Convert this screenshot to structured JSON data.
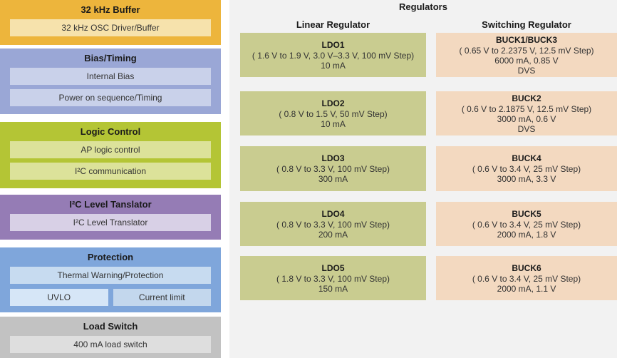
{
  "left_panel": {
    "blocks": [
      {
        "title": "32 kHz Buffer",
        "color": "#EDB53C",
        "inner_color": "#F6E2AC",
        "rows": [
          [
            {
              "label": "32 kHz OSC Driver/Buffer"
            }
          ]
        ]
      },
      {
        "title": "Bias/Timing",
        "color": "#9AA7D6",
        "inner_color": "#C9D1EA",
        "rows": [
          [
            {
              "label": "Internal Bias"
            }
          ],
          [
            {
              "label": "Power on sequence/Timing"
            }
          ]
        ]
      },
      {
        "title": "Logic Control",
        "color": "#B4C535",
        "inner_color": "#DCE29A",
        "rows": [
          [
            {
              "label": "AP logic control"
            }
          ],
          [
            {
              "label": "I²C communication"
            }
          ]
        ]
      },
      {
        "title": "I²C Level Tanslator",
        "color": "#957CB5",
        "inner_color": "#D8D0E6",
        "rows": [
          [
            {
              "label": "I²C Level Translator"
            }
          ]
        ]
      },
      {
        "title": "Protection",
        "color": "#7FA6DB",
        "inner_color": "#C7DBF0",
        "rows": [
          [
            {
              "label": "Thermal Warning/Protection"
            }
          ],
          [
            {
              "label": "UVLO",
              "bg": "#D6E6F7"
            },
            {
              "label": "Current limit",
              "bg": "#C3D7ED"
            }
          ]
        ]
      },
      {
        "title": "Load Switch",
        "color": "#C2C2C2",
        "inner_color": "#DEDEDE",
        "rows": [
          [
            {
              "label": "400 mA load switch"
            }
          ]
        ]
      }
    ]
  },
  "right_panel": {
    "title": "Regulators",
    "bg": "#F2F2F2",
    "columns": [
      {
        "header": "Linear Regulator",
        "block_color": "#C9CC90",
        "blocks": [
          {
            "name": "LDO1",
            "lines": [
              "( 1.6 V to 1.9 V, 3.0 V–3.3 V, 100 mV Step)",
              "10 mA"
            ]
          },
          {
            "name": "LDO2",
            "lines": [
              "( 0.8 V to 1.5 V, 50 mV Step)",
              "10 mA"
            ]
          },
          {
            "name": "LDO3",
            "lines": [
              "( 0.8 V to 3.3 V, 100 mV Step)",
              "300 mA"
            ]
          },
          {
            "name": "LDO4",
            "lines": [
              "( 0.8 V to 3.3 V, 100 mV Step)",
              "200 mA"
            ]
          },
          {
            "name": "LDO5",
            "lines": [
              "( 1.8 V to 3.3 V, 100 mV Step)",
              "150 mA"
            ]
          }
        ]
      },
      {
        "header": "Switching Regulator",
        "block_color": "#F3D9C0",
        "blocks": [
          {
            "name": "BUCK1/BUCK3",
            "lines": [
              "( 0.65 V to 2.2375 V, 12.5 mV Step)",
              "6000 mA, 0.85 V",
              "DVS"
            ]
          },
          {
            "name": "BUCK2",
            "lines": [
              "( 0.6 V to 2.1875 V, 12.5 mV Step)",
              "3000 mA, 0.6 V",
              "DVS"
            ]
          },
          {
            "name": "BUCK4",
            "lines": [
              "( 0.6 V to 3.4 V, 25 mV Step)",
              "3000 mA, 3.3 V"
            ]
          },
          {
            "name": "BUCK5",
            "lines": [
              "( 0.6 V to 3.4 V, 25 mV Step)",
              "2000 mA, 1.8 V"
            ]
          },
          {
            "name": "BUCK6",
            "lines": [
              "( 0.6 V to 3.4 V, 25 mV Step)",
              "2000 mA, 1.1 V"
            ]
          }
        ]
      }
    ]
  }
}
